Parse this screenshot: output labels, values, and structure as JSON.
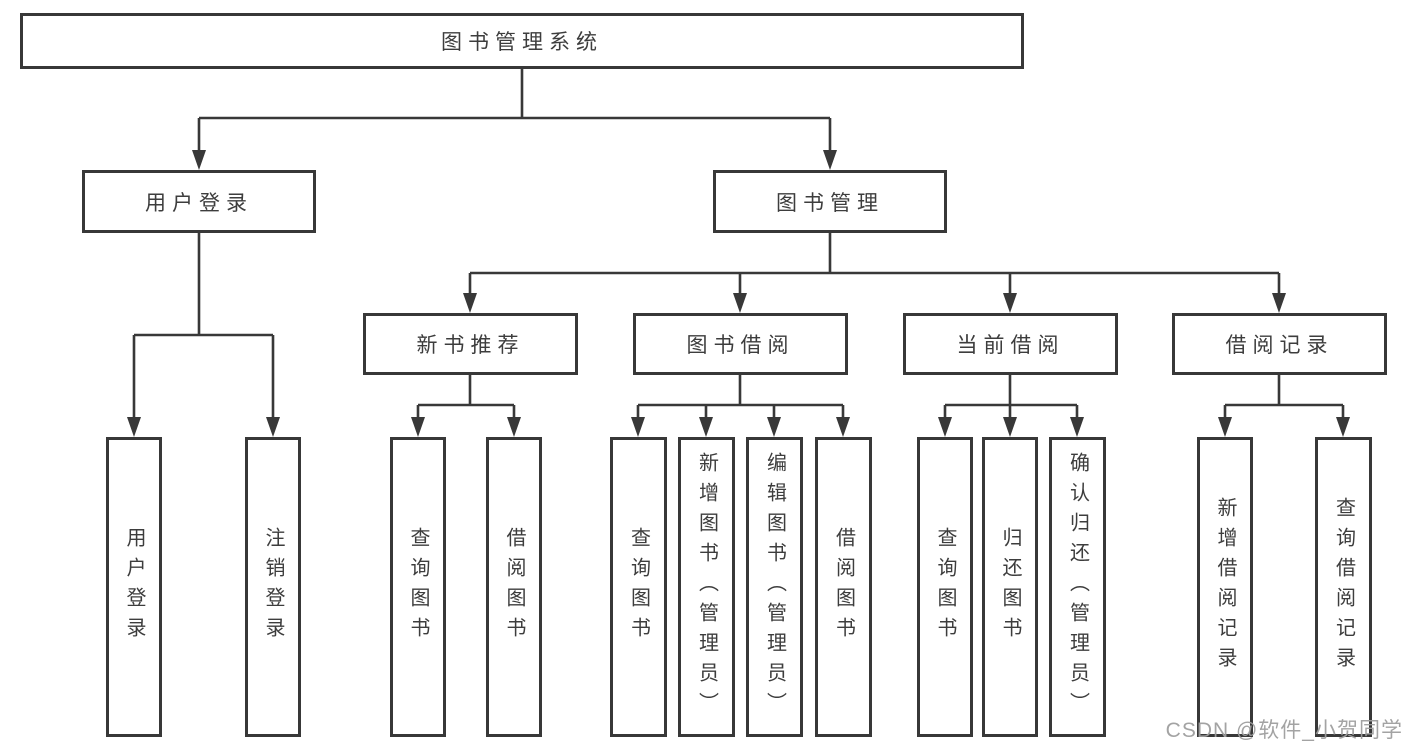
{
  "tree": {
    "label": "图书管理系统",
    "children": [
      {
        "label": "用户登录",
        "children": [
          {
            "label": "用户登录"
          },
          {
            "label": "注销登录"
          }
        ]
      },
      {
        "label": "图书管理",
        "children": [
          {
            "label": "新书推荐",
            "children": [
              {
                "label": "查询图书"
              },
              {
                "label": "借阅图书"
              }
            ]
          },
          {
            "label": "图书借阅",
            "children": [
              {
                "label": "查询图书"
              },
              {
                "label": "新增图书（管理员）"
              },
              {
                "label": "编辑图书（管理员）"
              },
              {
                "label": "借阅图书"
              }
            ]
          },
          {
            "label": "当前借阅",
            "children": [
              {
                "label": "查询图书"
              },
              {
                "label": "归还图书"
              },
              {
                "label": "确认归还（管理员）"
              }
            ]
          },
          {
            "label": "借阅记录",
            "children": [
              {
                "label": "新增借阅记录"
              },
              {
                "label": "查询借阅记录"
              }
            ]
          }
        ]
      }
    ]
  },
  "watermark": "CSDN @软件_小贺同学",
  "colors": {
    "line": "#383838",
    "text": "#3d3d3d",
    "watermark": "#9e9e9e",
    "background": "#ffffff"
  }
}
